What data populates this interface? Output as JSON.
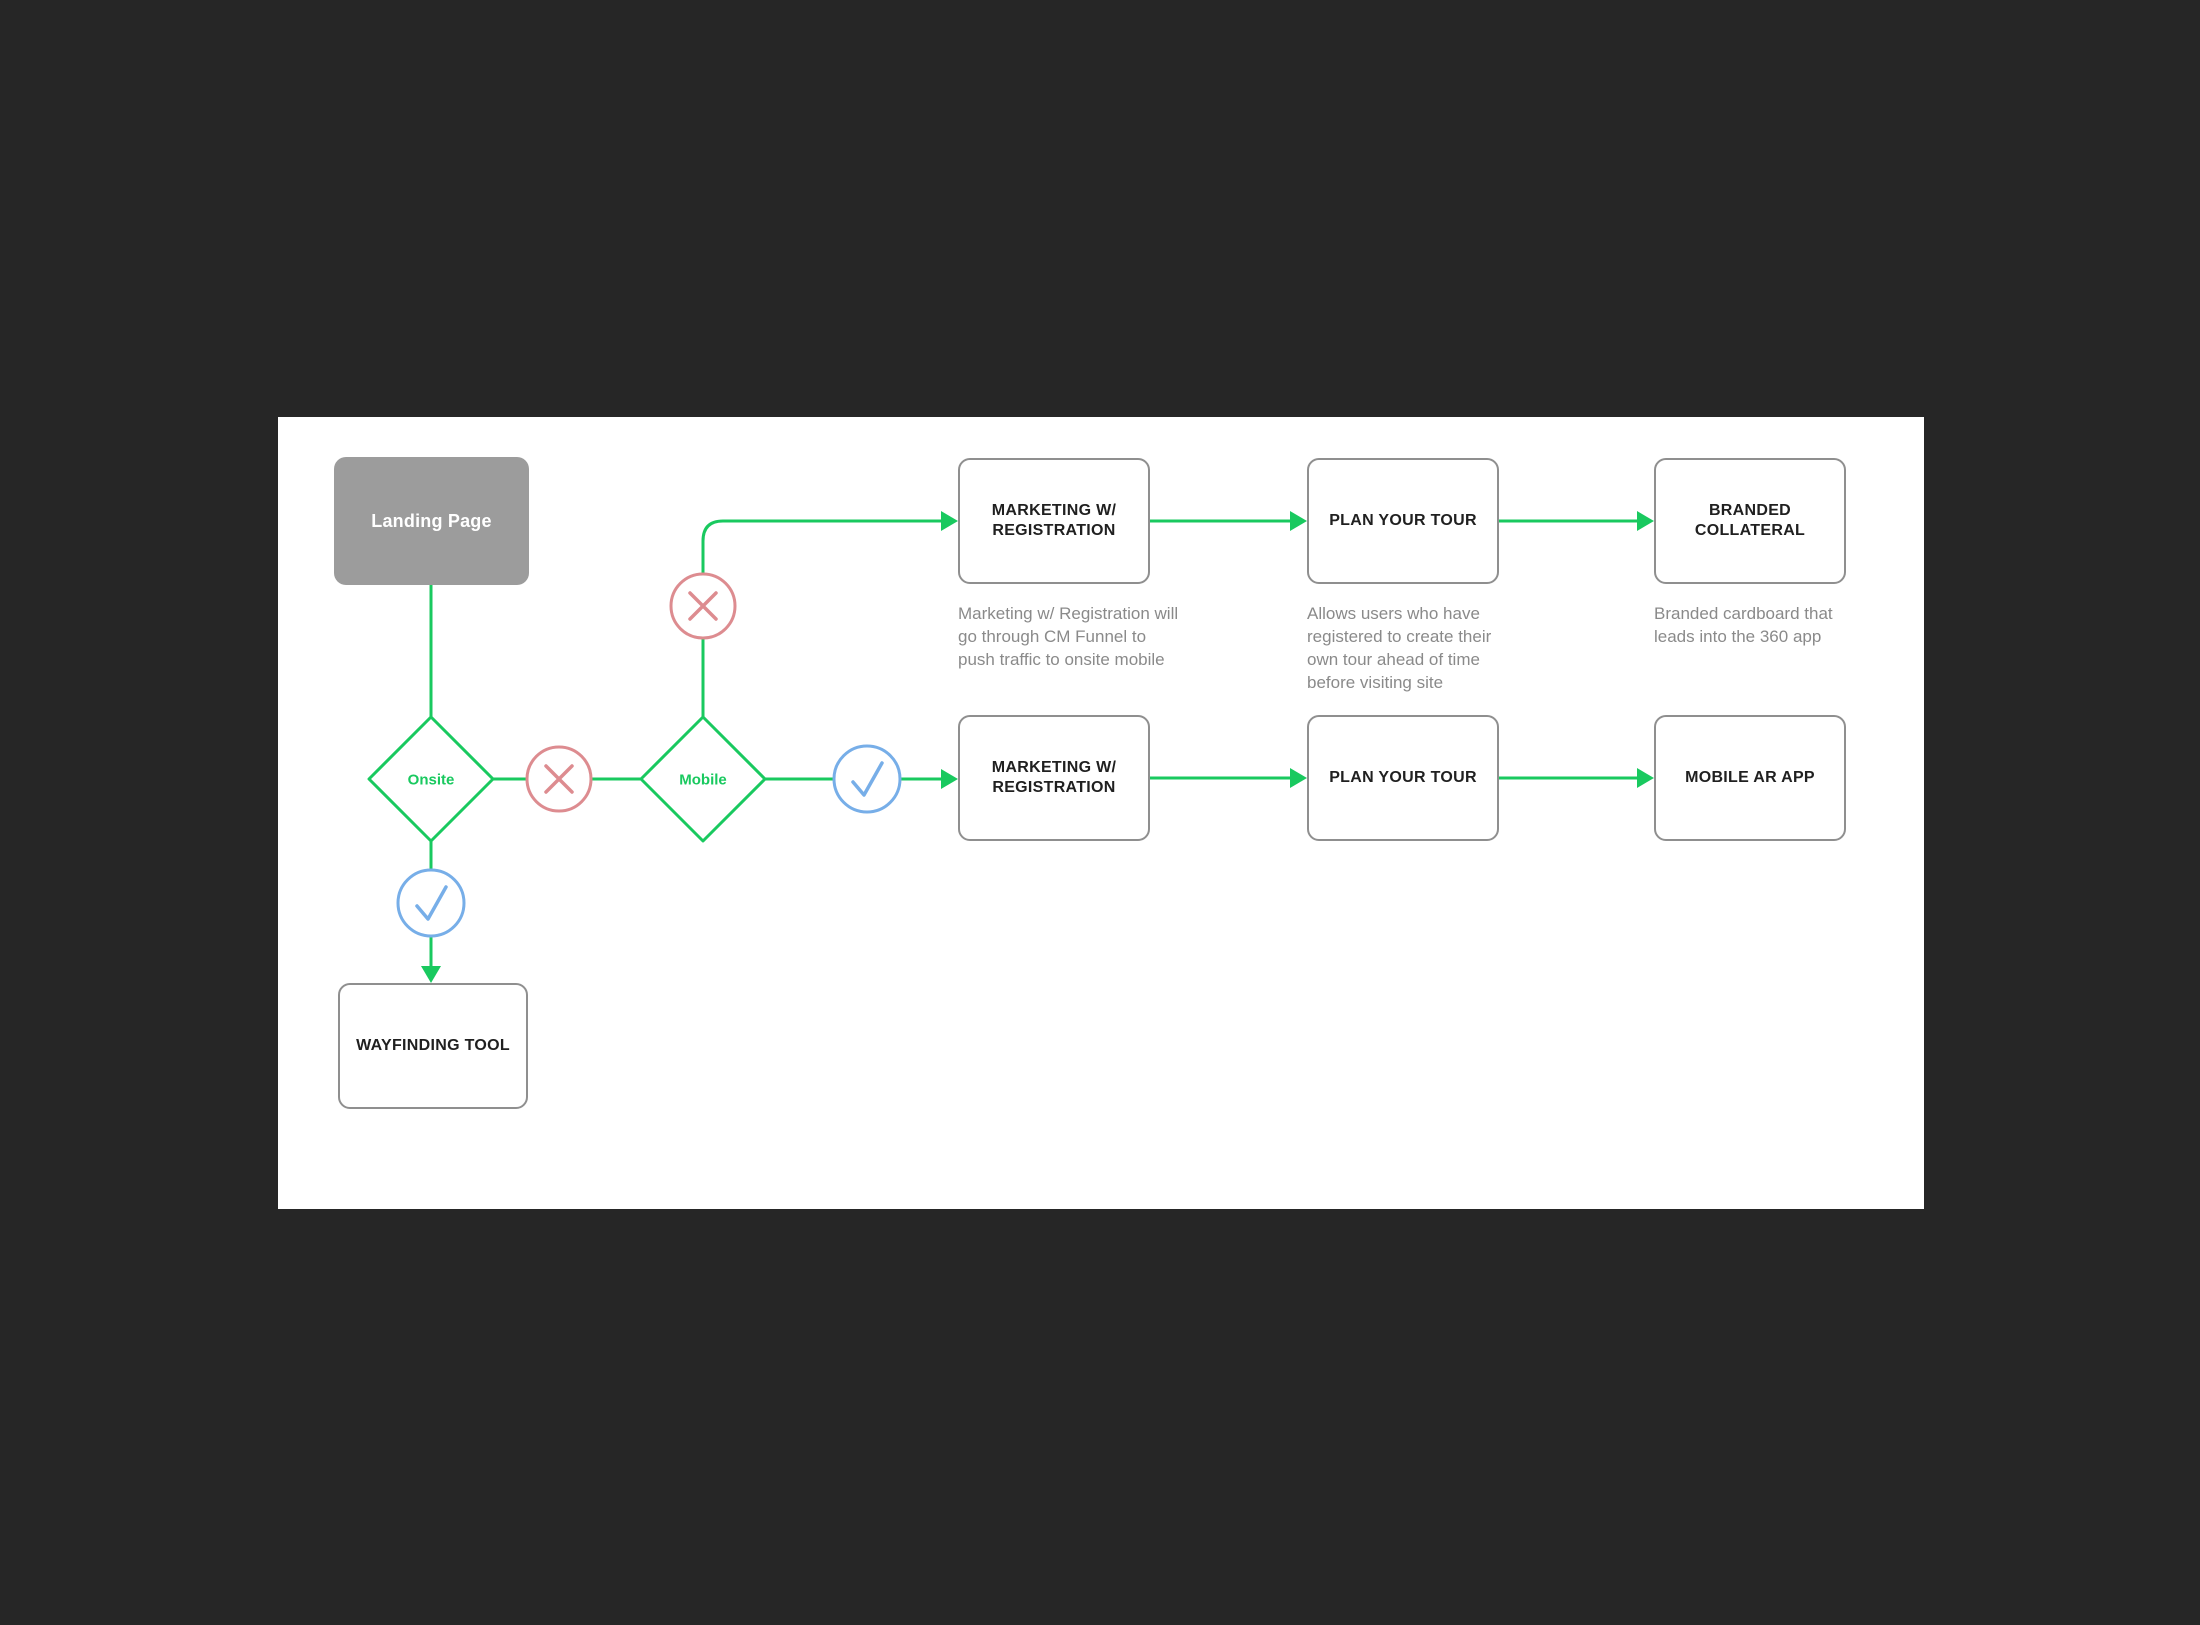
{
  "nodes": {
    "landing": {
      "label": "Landing Page"
    },
    "onsite": {
      "label": "Onsite"
    },
    "mobile": {
      "label": "Mobile"
    },
    "marketing_top": {
      "label": "MARKETING W/ REGISTRATION"
    },
    "plan_top": {
      "label": "PLAN YOUR TOUR"
    },
    "branded": {
      "label": "BRANDED COLLATERAL"
    },
    "marketing_bottom": {
      "label": "MARKETING W/ REGISTRATION"
    },
    "plan_bottom": {
      "label": "PLAN YOUR TOUR"
    },
    "mobile_ar": {
      "label": "MOBILE AR APP"
    },
    "wayfinding": {
      "label": "WAYFINDING TOOL"
    }
  },
  "captions": {
    "marketing_top": [
      "Marketing w/ Registration will",
      "go through CM Funnel to",
      "push traffic to onsite mobile"
    ],
    "plan_top": [
      "Allows users who have",
      "registered to create their",
      "own tour ahead of time",
      "before visiting site"
    ],
    "branded": [
      "Branded cardboard that",
      "leads into the 360 app"
    ]
  },
  "colors": {
    "background": "#262626",
    "canvas": "#ffffff",
    "flow_green": "#19c95f",
    "reject_red": "#dd8c90",
    "approve_blue": "#77aee8",
    "box_border": "#8f8f8f",
    "landing_fill": "#9c9c9c",
    "label_text": "#202020",
    "caption_text": "#8a8a8a"
  }
}
